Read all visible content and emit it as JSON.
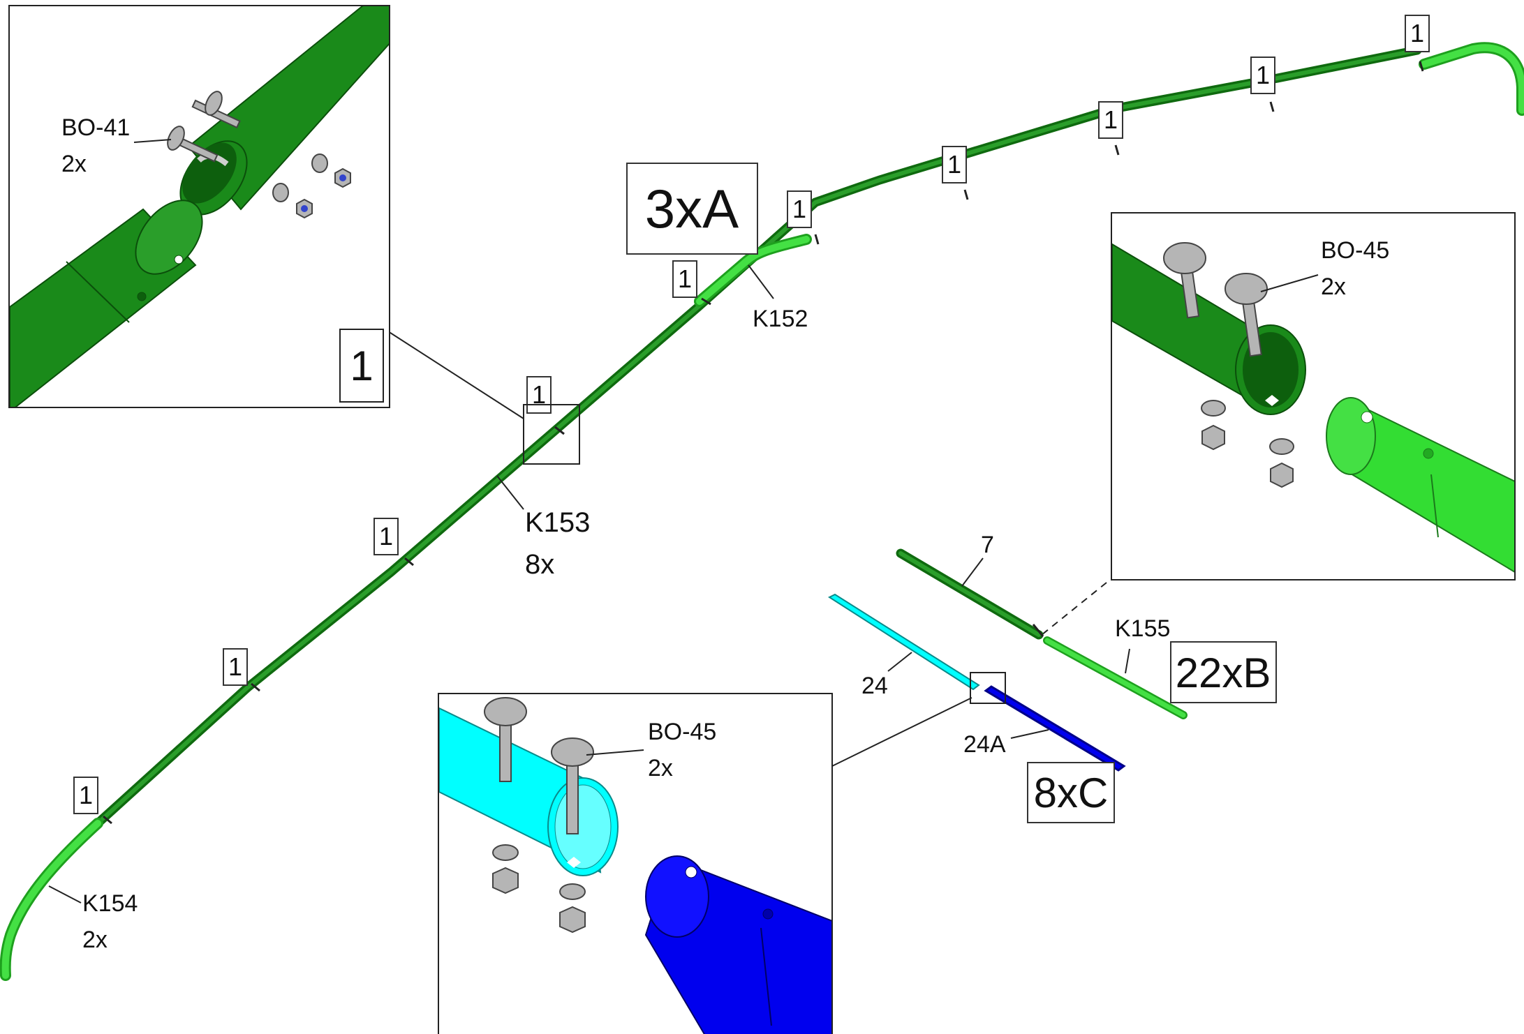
{
  "callouts": {
    "detail_1": "1",
    "set_A": "3xA",
    "set_B": "22xB",
    "set_C": "8xC",
    "joint_1": "1"
  },
  "parts": {
    "K152": "K152",
    "K153": "K153",
    "K153_qty": "8x",
    "K154": "K154",
    "K154_qty": "2x",
    "K155": "K155",
    "p7": "7",
    "p24": "24",
    "p24A": "24A"
  },
  "hardware": {
    "bo41": "BO-41",
    "bo41_qty": "2x",
    "bo45": "BO-45",
    "bo45_qty": "2x"
  },
  "colors": {
    "dark_green": "#1f8f1f",
    "light_green": "#33dd33",
    "cyan": "#00ffff",
    "blue": "#0000ee",
    "hardware_grey": "#a8a8a8",
    "nut_blue": "#3344cc"
  }
}
